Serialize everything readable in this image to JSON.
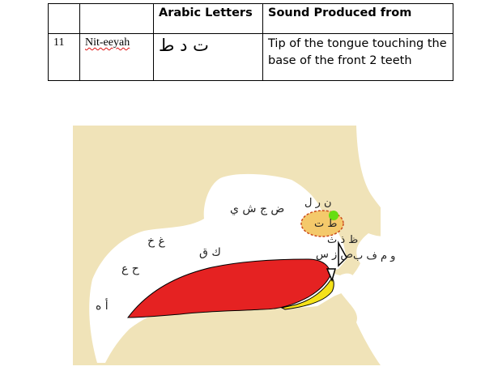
{
  "table": {
    "headers": [
      "",
      "",
      "Arabic Letters",
      "Sound Produced from"
    ],
    "row": {
      "number": "11",
      "name": "Nit-eeyah",
      "letters": "ت د ط",
      "description": "Tip of the tongue touching the base of the front 2 teeth"
    }
  },
  "diagram": {
    "labels": {
      "throat_deep": "أ ه",
      "throat_mid": "ح ع",
      "throat_top": "غ خ",
      "back_tongue": "ك ق",
      "mid_tongue": "ض ج ش ي",
      "tongue_tip_upper": "ن ر ل",
      "highlight_letters": "ط ت",
      "tip_teeth": "ظ ذ ث",
      "whistle": "ص ز س",
      "lips": "و م ف ب"
    },
    "colors": {
      "skin": "#f0e3b8",
      "tongue": "#e52222",
      "lower_tongue": "#f5e21a",
      "highlight": "#f4c96b",
      "highlight_border": "#cc4c1c",
      "marker": "#66dd11"
    }
  }
}
